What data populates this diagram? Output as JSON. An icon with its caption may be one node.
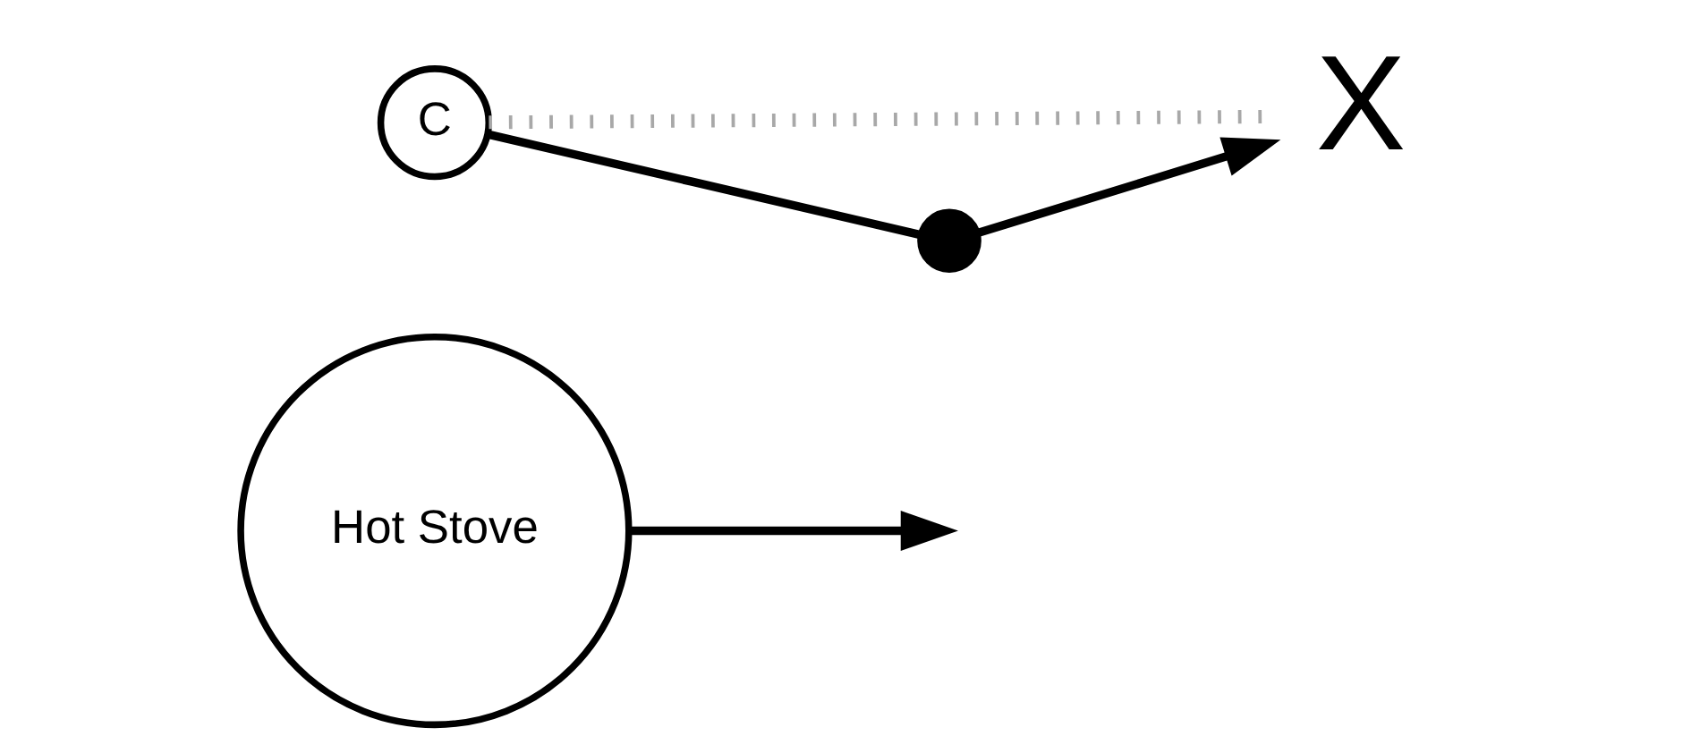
{
  "diagram": {
    "nodes": [
      {
        "text": [
          "Hot Stove"
        ]
      },
      {
        "text": [
          "X"
        ]
      },
      {
        "text": [],
        "shape": "circle"
      },
      {
        "text": [
          "C"
        ]
      }
    ],
    "edges": [
      {
        "from": 3,
        "to": 1,
        "arrow": "none",
        "style": "dashed",
        "color": "#a8a8a8"
      },
      {
        "from": 3,
        "to": 2,
        "arrow": "none"
      },
      {
        "from": 2,
        "to": 1,
        "arrow": "to"
      },
      {
        "from": 0,
        "to": null,
        "arrow": "to"
      }
    ]
  }
}
